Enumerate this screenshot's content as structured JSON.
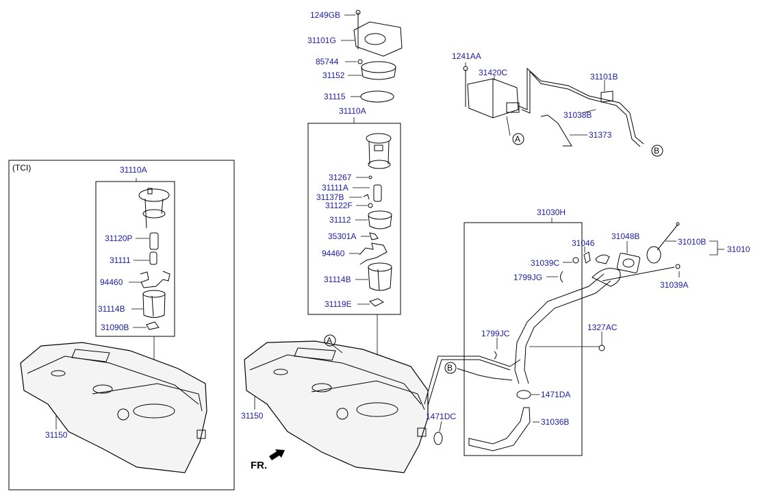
{
  "colors": {
    "label": "#1a1aa6",
    "line": "#000000",
    "background": "#ffffff"
  },
  "tci_box": {
    "title": "(TCI)"
  },
  "front_indicator": {
    "text": "FR."
  },
  "callouts": {
    "a": "A",
    "b": "B"
  },
  "labels": {
    "l_1249GB": "1249GB",
    "l_31101G": "31101G",
    "l_85744": "85744",
    "l_31152": "31152",
    "l_31115": "31115",
    "l_31110A_main": "31110A",
    "l_31267": "31267",
    "l_31111A": "31111A",
    "l_31137B": "31137B",
    "l_31122F": "31122F",
    "l_31112": "31112",
    "l_35301A": "35301A",
    "l_94460_main": "94460",
    "l_31114B_main": "31114B",
    "l_31119E": "31119E",
    "l_31150_main": "31150",
    "l_1241AA": "1241AA",
    "l_31420C": "31420C",
    "l_31101B": "31101B",
    "l_31038B": "31038B",
    "l_31373": "31373",
    "l_31030H": "31030H",
    "l_31046": "31046",
    "l_31048B": "31048B",
    "l_31010B": "31010B",
    "l_31010": "31010",
    "l_31039C": "31039C",
    "l_1799JG": "1799JG",
    "l_31039A": "31039A",
    "l_1799JC": "1799JC",
    "l_1327AC": "1327AC",
    "l_1471DA": "1471DA",
    "l_1471DC": "1471DC",
    "l_31036B": "31036B",
    "l_31110A_tci": "31110A",
    "l_31120P": "31120P",
    "l_31111": "31111",
    "l_94460_tci": "94460",
    "l_31114B_tci": "31114B",
    "l_31090B": "31090B",
    "l_31150_tci": "31150"
  }
}
